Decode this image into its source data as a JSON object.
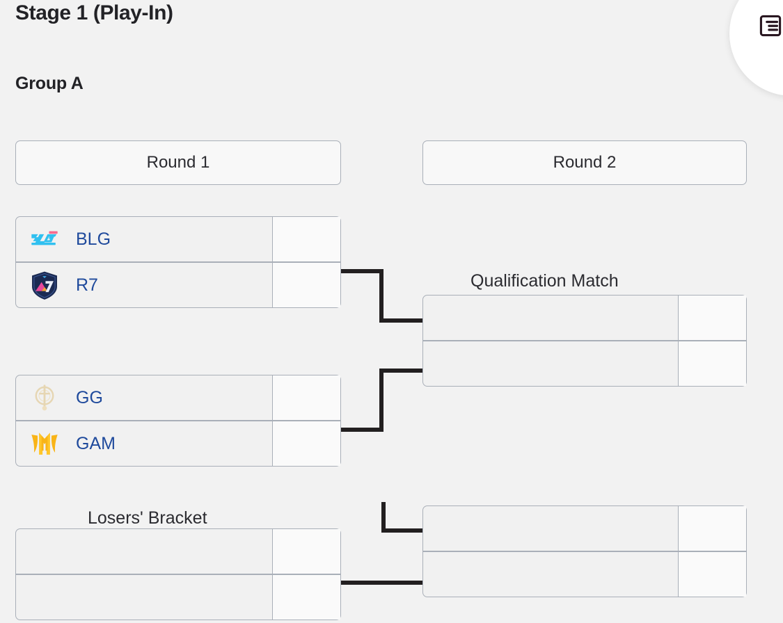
{
  "page": {
    "stage_title": "Stage 1 (Play-In)",
    "group_title": "Group A",
    "background_color": "#f2f2f2",
    "team_name_color": "#1f4a9c",
    "box_border_color": "#a9afb8"
  },
  "fab": {
    "icon": "list-article-icon",
    "background_color": "#ffffff",
    "icon_color": "#2a1721"
  },
  "headers": {
    "round1": "Round 1",
    "round2": "Round 2"
  },
  "captions": {
    "qualification": "Qualification Match",
    "losers": "Losers' Bracket"
  },
  "brackets": {
    "winners": {
      "round1": [
        {
          "name": "match-r1-m1",
          "rows": [
            {
              "logo": "blg-logo",
              "team": "BLG",
              "score": ""
            },
            {
              "logo": "r7-logo",
              "team": "R7",
              "score": ""
            }
          ]
        },
        {
          "name": "match-r1-m2",
          "rows": [
            {
              "logo": "gg-logo",
              "team": "GG",
              "score": ""
            },
            {
              "logo": "gam-logo",
              "team": "GAM",
              "score": ""
            }
          ]
        }
      ],
      "round2": [
        {
          "name": "match-qualification",
          "rows": [
            {
              "logo": "",
              "team": "",
              "score": ""
            },
            {
              "logo": "",
              "team": "",
              "score": ""
            }
          ]
        }
      ]
    },
    "losers": {
      "round1": [
        {
          "name": "match-losers-1",
          "rows": [
            {
              "logo": "",
              "team": "",
              "score": ""
            },
            {
              "logo": "",
              "team": "",
              "score": ""
            }
          ]
        }
      ],
      "round2": [
        {
          "name": "match-qualification-2",
          "rows": [
            {
              "logo": "",
              "team": "",
              "score": ""
            },
            {
              "logo": "",
              "team": "",
              "score": ""
            }
          ]
        }
      ]
    }
  },
  "teams": {
    "BLG": {
      "abbr": "BLG",
      "logo": "blg-logo",
      "colors": [
        "#30c0f0",
        "#f86a8e"
      ]
    },
    "R7": {
      "abbr": "R7",
      "logo": "r7-logo",
      "colors": [
        "#1b2a52",
        "#e8489a",
        "#f3a33c",
        "#3fa9e8"
      ]
    },
    "GG": {
      "abbr": "GG",
      "logo": "gg-logo",
      "colors": [
        "#e8d9b8",
        "#f2e6cd"
      ]
    },
    "GAM": {
      "abbr": "GAM",
      "logo": "gam-logo",
      "colors": [
        "#f9b417",
        "#ffc629"
      ]
    }
  }
}
